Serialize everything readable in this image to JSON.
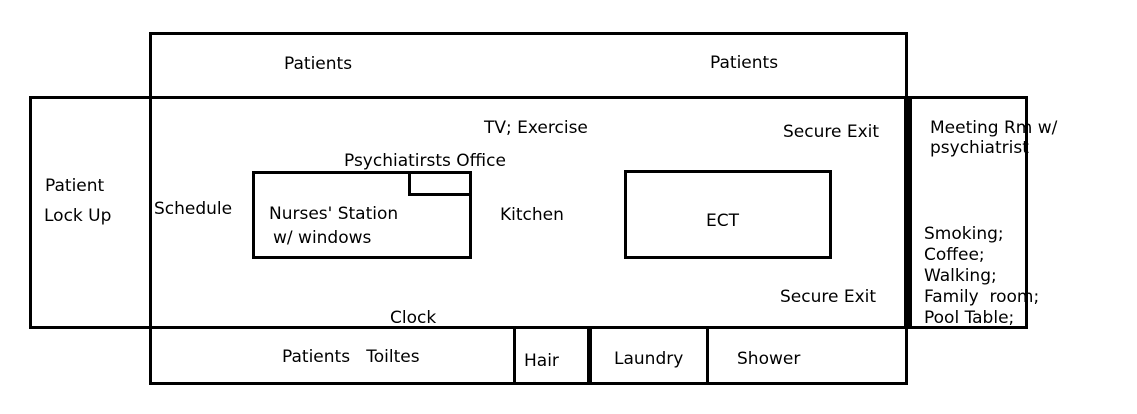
{
  "rooms": {
    "patients_left": "Patients",
    "patients_right": "Patients",
    "patient_lockup_line1": "Patient",
    "patient_lockup_line2": "Lock Up",
    "schedule": "Schedule",
    "psychiatrist_office": "Psychiatirsts Office",
    "nurses_station_line1": "Nurses' Station",
    "nurses_station_line2": "w/ windows",
    "tv_exercise": "TV; Exercise",
    "kitchen": "Kitchen",
    "ect": "ECT",
    "secure_exit_top": "Secure Exit",
    "secure_exit_bottom": "Secure Exit",
    "meeting_room_line1": "Meeting Rm w/",
    "meeting_room_line2": "psychiatrist",
    "lounge_lines": [
      "Smoking;",
      "Coffee;",
      "Walking;",
      "Family  room;",
      "Pool Table;"
    ],
    "clock": "Clock",
    "patients_toilets": "Patients   Toiltes",
    "hair": "Hair",
    "laundry": "Laundry",
    "shower": "Shower"
  }
}
